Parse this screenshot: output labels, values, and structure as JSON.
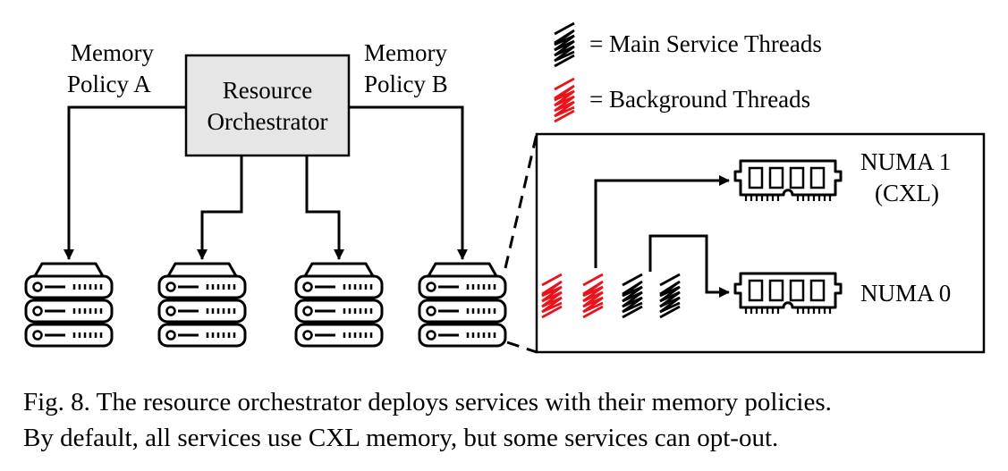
{
  "labels": {
    "policy_a_line1": "Memory",
    "policy_a_line2": "Policy A",
    "policy_b_line1": "Memory",
    "policy_b_line2": "Policy B",
    "orchestrator_line1": "Resource",
    "orchestrator_line2": "Orchestrator"
  },
  "legend": {
    "main_threads": "= Main Service Threads",
    "background_threads": "= Background Threads"
  },
  "numa": {
    "numa1_line1": "NUMA 1",
    "numa1_line2": "(CXL)",
    "numa0": "NUMA 0"
  },
  "caption": {
    "line1": "Fig. 8.  The resource orchestrator deploys services with their memory policies.",
    "line2": "By default, all services use CXL memory, but some services can opt-out."
  },
  "colors": {
    "main_thread": "#000000",
    "background_thread": "#e8141b",
    "orchestrator_fill": "#e6e6e6"
  },
  "icons": [
    "server-rack-icon",
    "memory-module-icon",
    "thread-zigzag-icon"
  ]
}
